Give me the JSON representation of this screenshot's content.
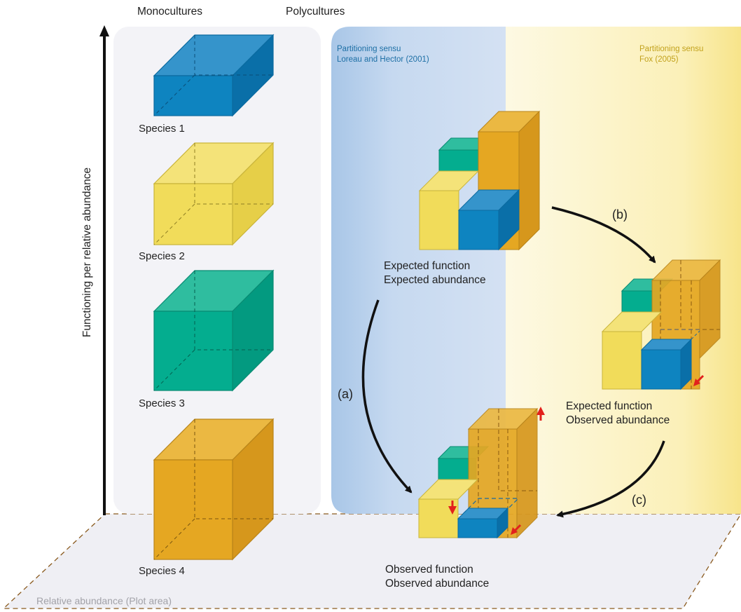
{
  "headers": {
    "monocultures": "Monocultures",
    "polycultures": "Polycultures"
  },
  "y_axis_label": "Functioning per relative abundance",
  "x_axis_label": "Relative abundance (Plot area)",
  "species": [
    {
      "label": "Species 1",
      "color": "#0e84c0"
    },
    {
      "label": "Species 2",
      "color": "#f1dc5a"
    },
    {
      "label": "Species 3",
      "color": "#04ad8f"
    },
    {
      "label": "Species 4",
      "color": "#e5a722"
    }
  ],
  "partitioning": {
    "loreau": {
      "line1": "Partitioning sensu",
      "line2": "Loreau and Hector (2001)",
      "color": "#1d6fa5"
    },
    "fox": {
      "line1": "Partitioning sensu",
      "line2": "Fox (2005)",
      "color": "#c2a21c"
    }
  },
  "states": {
    "expected": {
      "line1": "Expected function",
      "line2": "Expected abundance"
    },
    "intermediate": {
      "line1": "Expected function",
      "line2": "Observed abundance"
    },
    "observed": {
      "line1": "Observed function",
      "line2": "Observed abundance"
    }
  },
  "steps": {
    "a": "(a)",
    "b": "(b)",
    "c": "(c)"
  },
  "colors": {
    "arrow_change": "#e2211c",
    "panel_grey": "#efeff4"
  }
}
